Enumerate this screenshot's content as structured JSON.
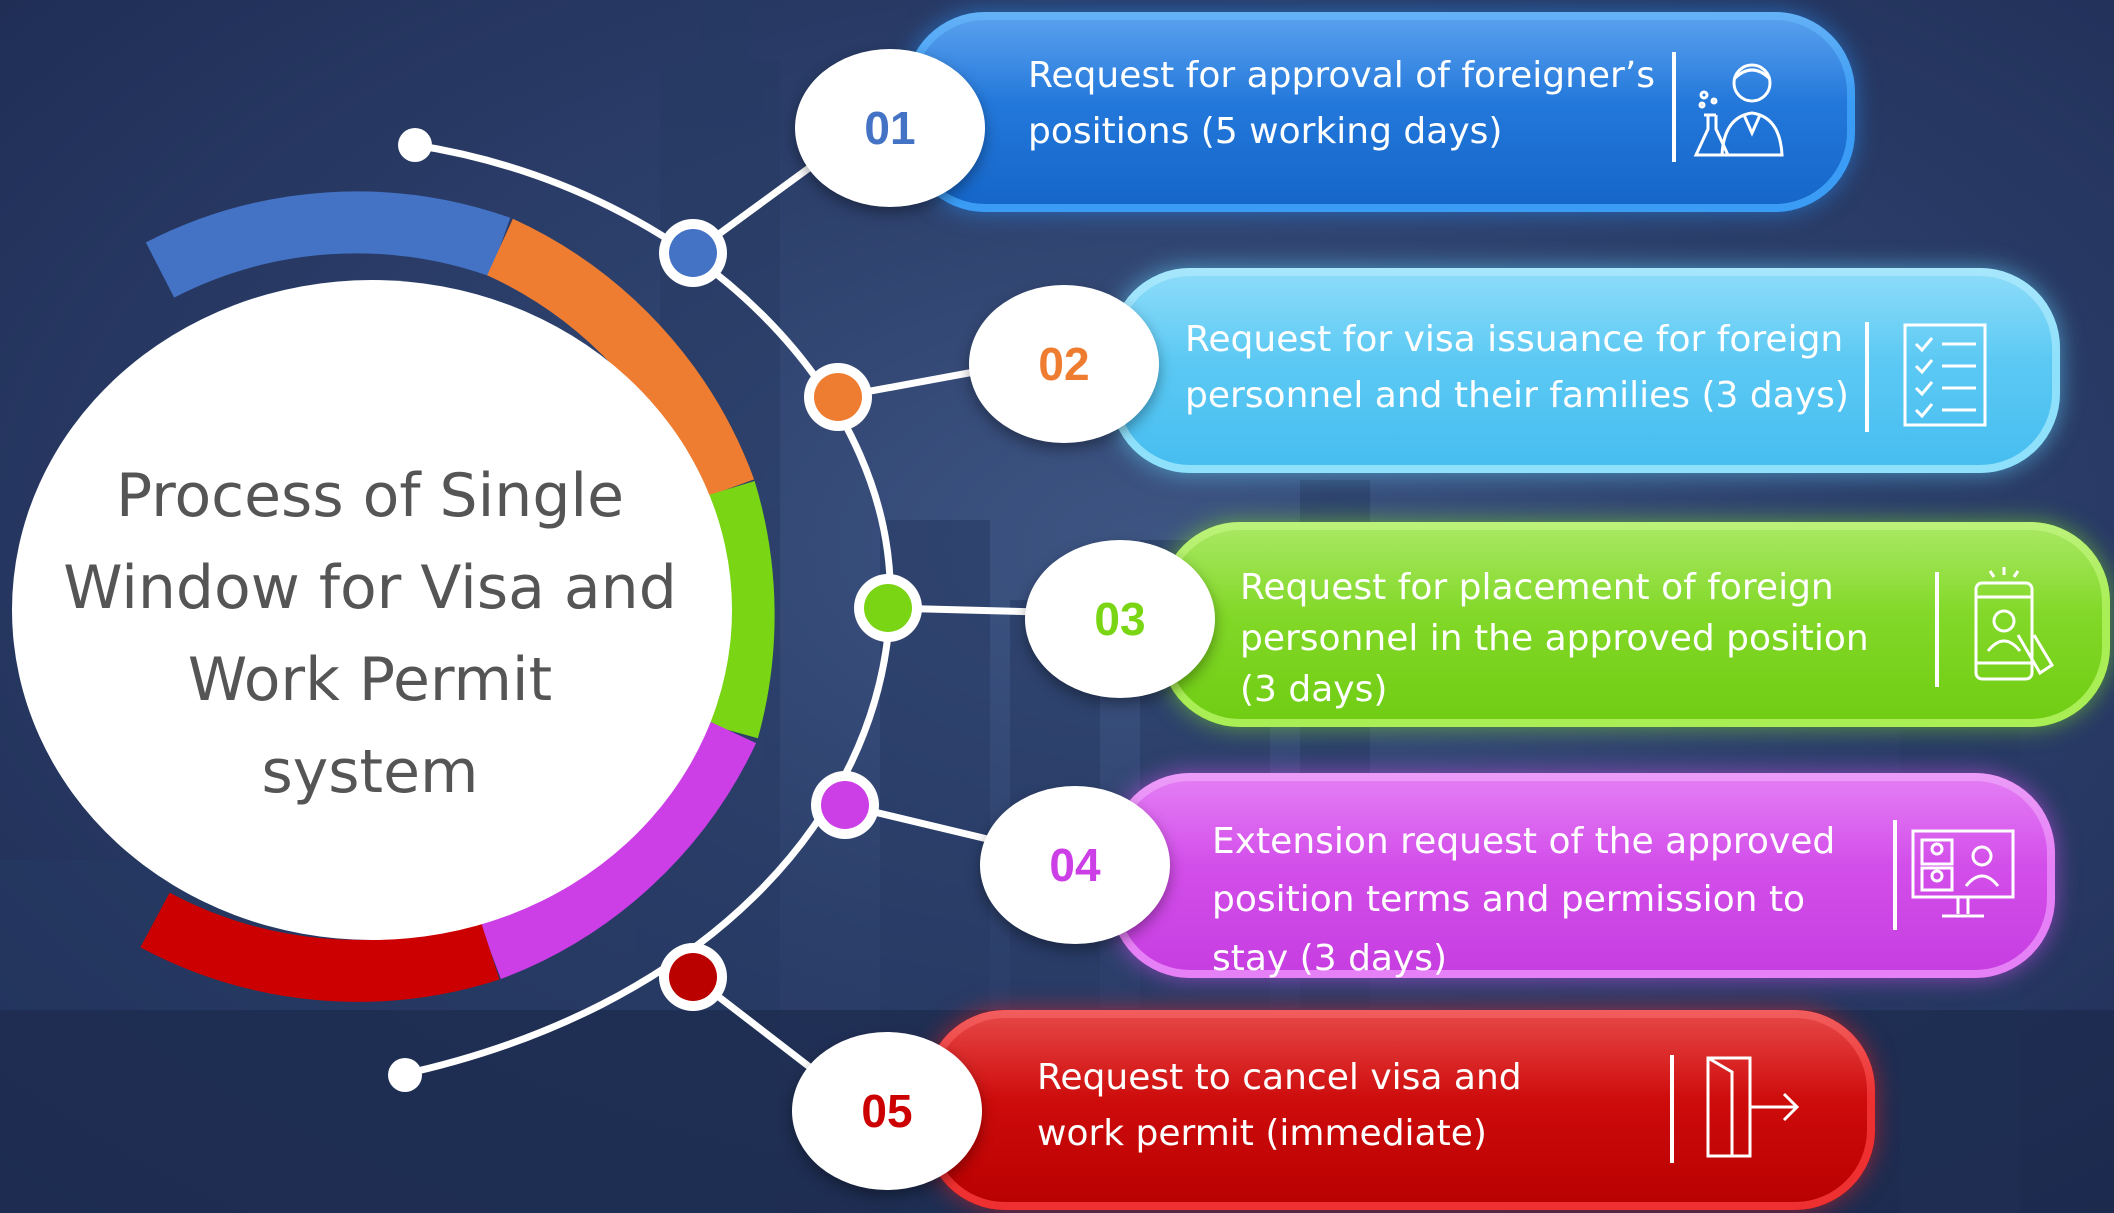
{
  "title_lines": [
    "Process of Single",
    "Window for Visa and",
    "Work Permit",
    "system"
  ],
  "colors": {
    "blue": "#2f7be0",
    "orange": "#ee7d32",
    "green": "#7ad515",
    "purple": "#cc3fe6",
    "red": "#cc0000",
    "cyan": "#53c4f2"
  },
  "steps": [
    {
      "number": "01",
      "lines": [
        "Request for approval of foreigner’s",
        "positions (5 working days)"
      ],
      "icon": "scientist-icon"
    },
    {
      "number": "02",
      "lines": [
        "Request for visa issuance for foreign",
        "personnel and their families (3 days)"
      ],
      "icon": "checklist-icon"
    },
    {
      "number": "03",
      "lines": [
        "Request for placement of foreign",
        "personnel in the approved position",
        "(3 days)"
      ],
      "icon": "mobile-profile-icon"
    },
    {
      "number": "04",
      "lines": [
        "Extension request of the approved",
        "position terms and permission to",
        "stay (3 days)"
      ],
      "icon": "video-conference-icon"
    },
    {
      "number": "05",
      "lines": [
        "Request to cancel visa and",
        "work permit (immediate)"
      ],
      "icon": "exit-door-icon"
    }
  ]
}
